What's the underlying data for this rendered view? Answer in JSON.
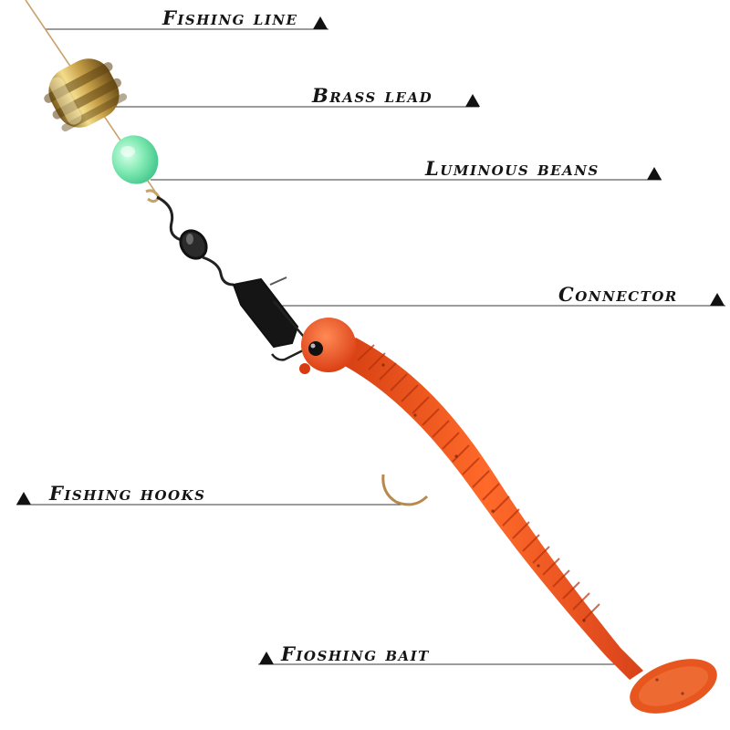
{
  "callouts": {
    "fishing_line": "Fishing line",
    "brass_lead": "Brass lead",
    "luminous_beans": "Luminous beans",
    "connector": "Connector",
    "fishing_hooks": "Fishing hooks",
    "fishing_bait": "Fioshing bait"
  },
  "colors": {
    "background": "#ffffff",
    "label_text": "#151515",
    "leader_line": "#3a3a3a",
    "fishing_line": "#c9a26a",
    "brass": "#c9a24a",
    "luminous_bead": "#7ee8b0",
    "swivel": "#2a2a2a",
    "bait_orange": "#f0561e",
    "bait_head": "#f04f1a",
    "hook": "#b8894a"
  },
  "icons": {
    "pointer": "triangle-up-icon"
  }
}
